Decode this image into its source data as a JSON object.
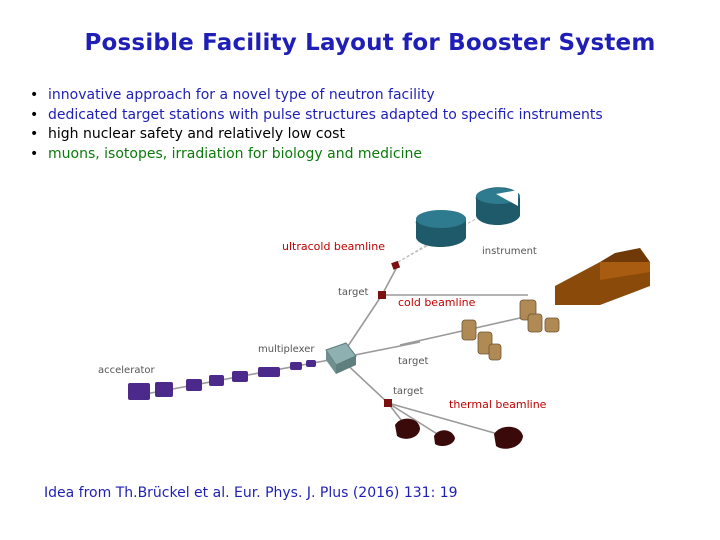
{
  "title": "Possible Facility Layout for Booster System",
  "bullets": [
    {
      "text": "innovative approach for a novel type of neutron facility",
      "color": "#1f1fb8"
    },
    {
      "text": "dedicated target stations with pulse structures adapted to specific instruments",
      "color": "#1f1fb8"
    },
    {
      "text": "high nuclear safety and relatively low cost",
      "color": "#000000"
    },
    {
      "text": "muons, isotopes, irradiation for biology and medicine",
      "color": "#0b7a0b"
    }
  ],
  "diagram": {
    "labels": {
      "ultracold": "ultracold beamline",
      "cold": "cold beamline",
      "thermal": "thermal beamline",
      "instrument": "instrument",
      "target_top": "target",
      "target_mid": "target",
      "target_bottom": "target",
      "multiplexer": "multiplexer",
      "accelerator": "accelerator"
    },
    "colors": {
      "accelerator": "#4b2a8c",
      "multiplexer": "#7d9a9a",
      "instrument": "#1f5a6b",
      "cold_instrument": "#b08a55",
      "hutch": "#8a4a0a",
      "target": "#7a1010"
    }
  },
  "citation": "Idea from Th.Brückel et al. Eur. Phys. J. Plus (2016) 131: 19"
}
